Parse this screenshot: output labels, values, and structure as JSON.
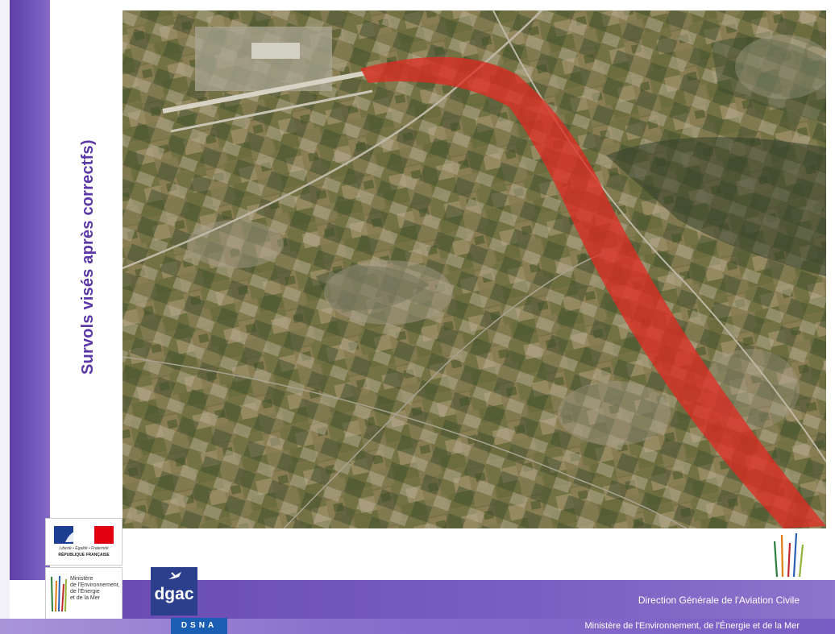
{
  "slide": {
    "vertical_title": "Survols visés après correctfs)"
  },
  "logos": {
    "republique": {
      "motto": "Liberté • Égalité • Fraternité",
      "name": "RÉPUBLIQUE FRANÇAISE"
    },
    "ministere": {
      "text": "Ministère\nde l'Environnement,\nde l'Énergie\net de la Mer"
    },
    "dgac": {
      "word": "dgac",
      "sub": "DSNA"
    }
  },
  "footer": {
    "line1": "Direction Générale de l'Aviation Civile",
    "line2": "Ministère de l'Environnement, de l'Énergie et de la Mer"
  },
  "map": {
    "style": "satellite",
    "overlay": "flight path corridor",
    "overlay_color": "#e02a22"
  },
  "colors": {
    "purple": "#6a4cb3",
    "title": "#5b38a6"
  }
}
